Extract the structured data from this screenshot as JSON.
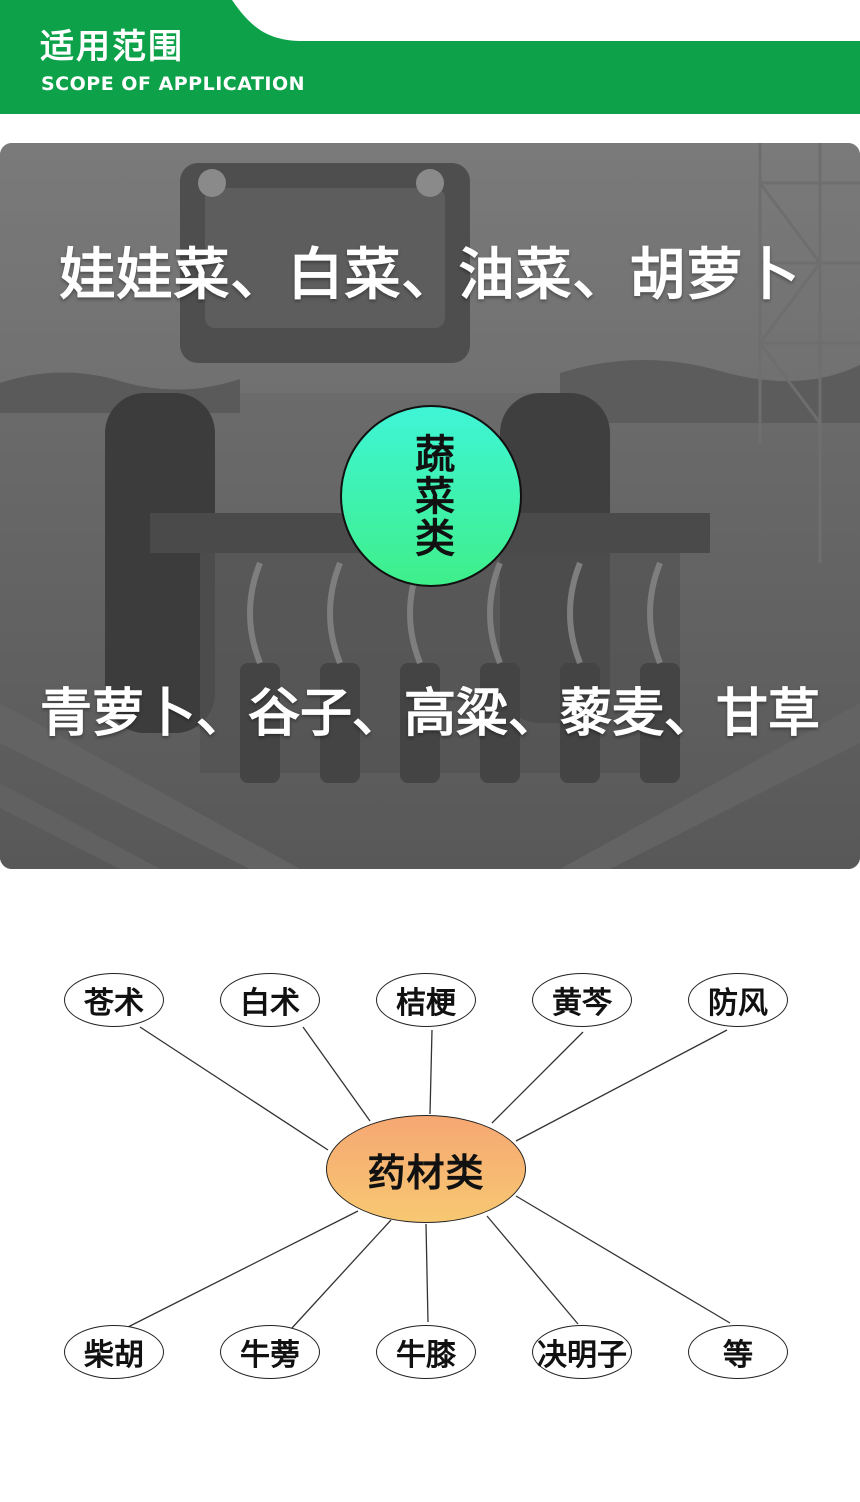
{
  "header": {
    "title_cn": "适用范围",
    "title_en": "SCOPE OF APPLICATION",
    "accent_color": "#0da24a"
  },
  "vegetables": {
    "top_line": "娃娃菜、白菜、油菜、胡萝卜",
    "category": "蔬菜类",
    "bottom_line": "青萝卜、谷子、高粱、藜麦、甘草"
  },
  "herbs": {
    "category": "药材类",
    "top_row": [
      "苍术",
      "白术",
      "桔梗",
      "黄芩",
      "防风"
    ],
    "bottom_row": [
      "柴胡",
      "牛蒡",
      "牛膝",
      "决明子",
      "等"
    ]
  }
}
